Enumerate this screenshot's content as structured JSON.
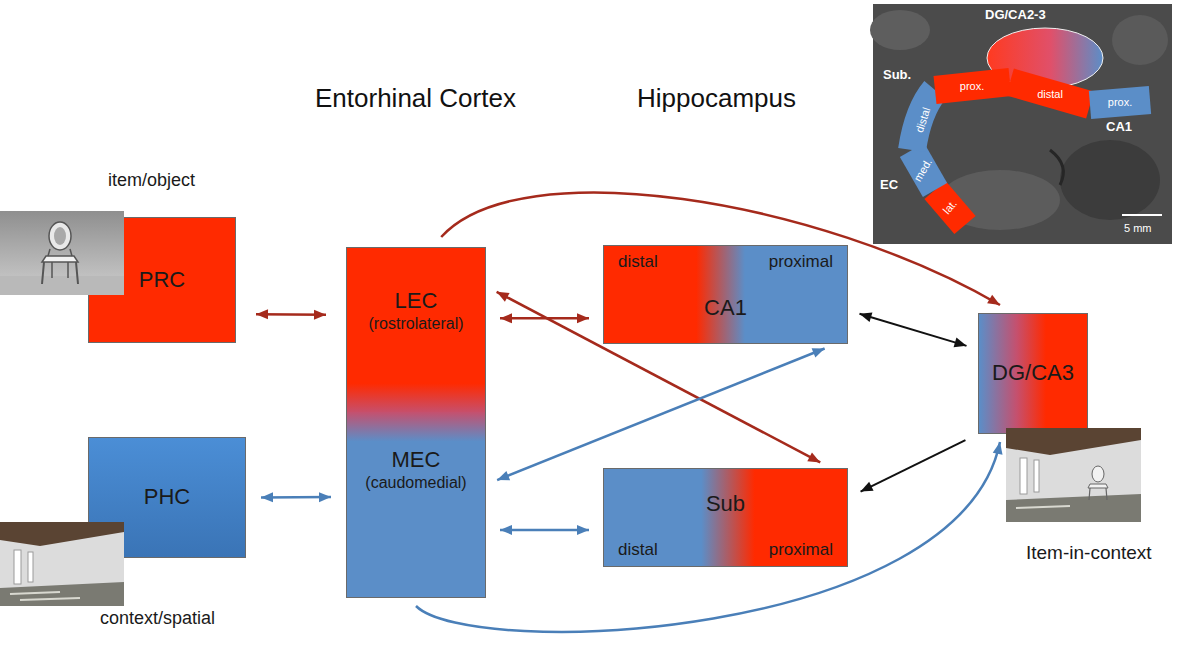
{
  "diagram": {
    "nodes": [
      {
        "text": [
          "PRC"
        ]
      },
      {
        "text": [
          "PHC"
        ]
      },
      {
        "text": [
          "LEC",
          "(rostrolateral)"
        ]
      },
      {
        "text": [
          "MEC",
          "(caudomedial)"
        ]
      },
      {
        "text": [
          "distal",
          "proximal",
          "CA1"
        ]
      },
      {
        "text": [
          "Sub",
          "distal",
          "proximal"
        ]
      },
      {
        "text": [
          "DG/CA3"
        ]
      }
    ],
    "edges": [
      {
        "from": 0,
        "to": 2,
        "arrow": "both"
      },
      {
        "from": 1,
        "to": 3,
        "arrow": "both"
      },
      {
        "from": 2,
        "to": 4,
        "arrow": "both"
      },
      {
        "from": 2,
        "to": 5,
        "arrow": "both"
      },
      {
        "from": 3,
        "to": 4,
        "arrow": "both"
      },
      {
        "from": 3,
        "to": 5,
        "arrow": "both"
      },
      {
        "from": 4,
        "to": 6,
        "arrow": "both"
      },
      {
        "from": 6,
        "to": 5,
        "arrow": "to"
      },
      {
        "from": 2,
        "to": 6,
        "arrow": "to"
      },
      {
        "from": 3,
        "to": 6,
        "arrow": "to"
      }
    ],
    "labels": [
      "Entorhinal Cortex",
      "Hippocampus",
      "item/object",
      "context/spatial",
      "Item-in-context",
      "DG/CA2-3",
      "Sub.",
      "prox.",
      "distal",
      "prox.",
      "CA1",
      "distal",
      "med.",
      "EC",
      "lat.",
      "5 mm"
    ]
  }
}
